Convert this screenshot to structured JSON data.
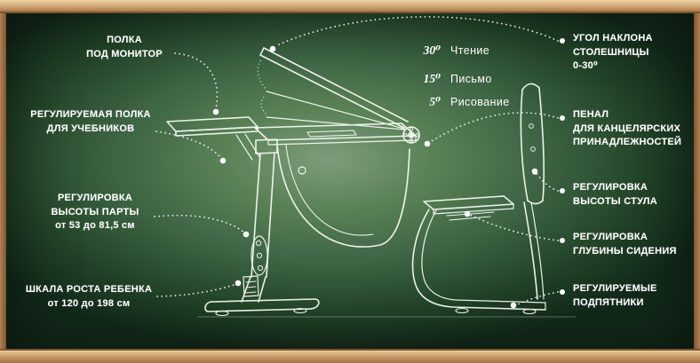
{
  "colors": {
    "chalk": "#ffffff",
    "board_center_green": "#7e9c7c",
    "board_edge_green": "#122a1a",
    "wood_frame": "#d1a674"
  },
  "labels_left": [
    {
      "text": "ПОЛКА\nПОД МОНИТОР"
    },
    {
      "text": "РЕГУЛИРУЕМАЯ ПОЛКА\nДЛЯ УЧЕБНИКОВ"
    },
    {
      "text": "РЕГУЛИРОВКА\nВЫСОТЫ ПАРТЫ\nот 53 до 81,5 см"
    },
    {
      "text": "ШКАЛА РОСТА РЕБЕНКА\nот 120 до 198 см"
    }
  ],
  "labels_right": [
    {
      "text": "УГОЛ НАКЛОНА\nСТОЛЕШНИЦЫ\n0-30⁰"
    },
    {
      "text": "ПЕНАЛ\nДЛЯ КАНЦЕЛЯРСКИХ\nПРИНАДЛЕЖНОСТЕЙ"
    },
    {
      "text": "РЕГУЛИРОВКА\nВЫСОТЫ СТУЛА"
    },
    {
      "text": "РЕГУЛИРОВКА\nГЛУБИНЫ СИДЕНИЯ"
    },
    {
      "text": "РЕГУЛИРУЕМЫЕ\nПОДПЯТНИКИ"
    }
  ],
  "angles": [
    {
      "value": "30⁰",
      "label": "Чтение"
    },
    {
      "value": "15⁰",
      "label": "Письмо"
    },
    {
      "value": "5⁰",
      "label": "Рисование"
    }
  ]
}
